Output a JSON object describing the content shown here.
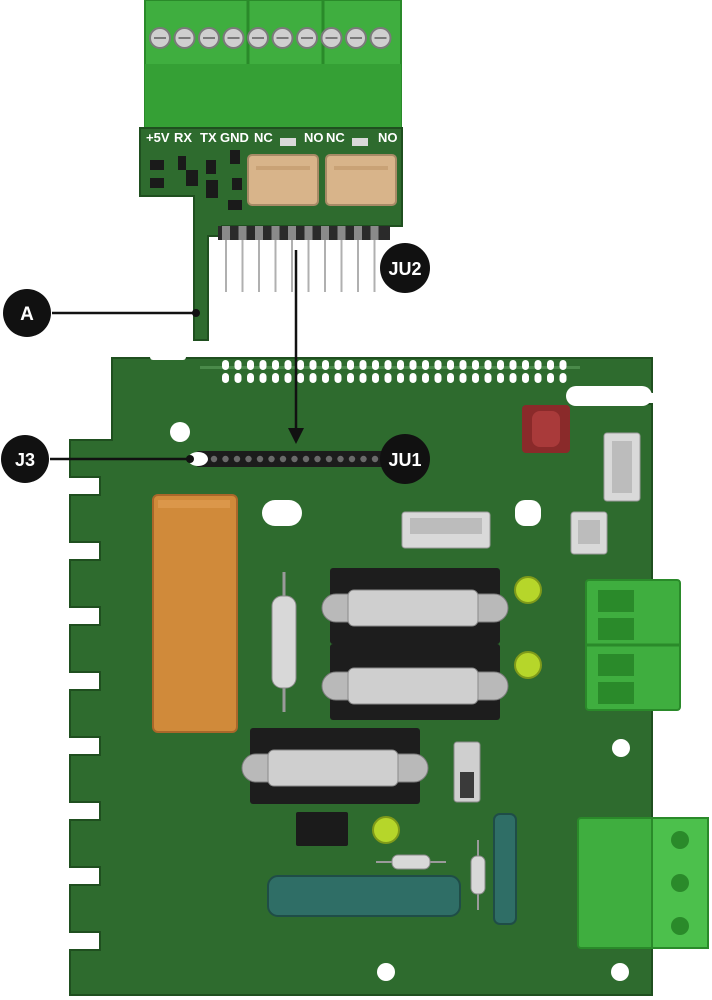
{
  "callouts": {
    "a": "A",
    "ju2": "JU2",
    "j3": "J3",
    "ju1": "JU1"
  },
  "module_silkscreen": {
    "p5v": "+5V",
    "rx": "RX",
    "tx": "TX",
    "gnd": "GND",
    "nc1": "NC",
    "no1": "NO",
    "nc2": "NC",
    "no2": "NO"
  },
  "colors": {
    "pcb_green": "#2e6b2e",
    "pcb_green_dark": "#1f4f1f",
    "terminal_green": "#3fae3f",
    "terminal_green_dark": "#2a8a2a",
    "callout_black": "#111111",
    "relay_orange": "#d08a3a",
    "led_yellow_green": "#b6d62a",
    "varistor_teal": "#2f6e66",
    "button_red": "#8a2a2a"
  },
  "icons": {
    "module": "expansion-module-pcb-icon",
    "main_board": "main-controller-pcb-icon"
  }
}
